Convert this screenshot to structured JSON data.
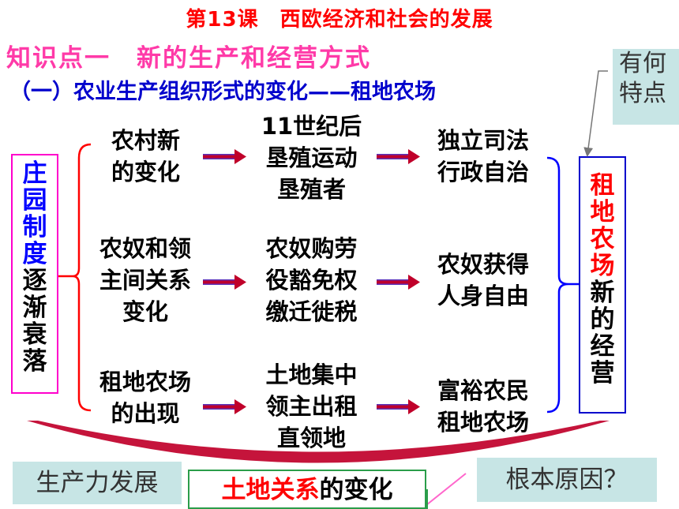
{
  "header": {
    "title": "第13课　西欧经济和社会的发展",
    "knowledge_point": "知识点一　新的生产和经营方式",
    "subtitle": "（一）农业生产组织形式的变化——租地农场"
  },
  "left_box": {
    "chars": [
      "庄",
      "园",
      "制",
      "度",
      "逐",
      "渐",
      "衰",
      "落"
    ],
    "color_top": "#0000ff",
    "color_bottom": "#000000",
    "border": "#ff00cc"
  },
  "right_box": {
    "chars": [
      "租",
      "地",
      "农",
      "场",
      "新",
      "的",
      "经",
      "营"
    ],
    "color_top": "#ff0000",
    "color_bottom": "#000000",
    "border": "#0000cc"
  },
  "rows": [
    {
      "col1": [
        "农村新",
        "的变化"
      ],
      "col2": [
        "11世纪后",
        "垦殖运动",
        "垦殖者"
      ],
      "col3": [
        "独立司法",
        "行政自治"
      ]
    },
    {
      "col1": [
        "农奴和领",
        "主间关系",
        "变化"
      ],
      "col2": [
        "农奴购劳",
        "役豁免权",
        "缴迁徙税"
      ],
      "col3": [
        "农奴获得",
        "人身自由"
      ]
    },
    {
      "col1": [
        "租地农场",
        "的出现"
      ],
      "col2": [
        "土地集中",
        "领主出租",
        "直领地"
      ],
      "col3": [
        "富裕农民",
        "租地农场"
      ]
    }
  ],
  "callouts": {
    "features": [
      "有何",
      "特点"
    ],
    "productivity": "生产力发展",
    "root_cause": "根本原因？"
  },
  "land_relation": {
    "part1": "土地关系",
    "part2": "的变化"
  },
  "colors": {
    "arrow": "#c0002a",
    "arrow_edge": "#3a3ad0",
    "bracket": "#ff0000",
    "bracket_right": "#0000ff",
    "arc": "#c0002a",
    "accent_green": "#2a9d4a",
    "callout_bg": "#c7e5e5"
  }
}
